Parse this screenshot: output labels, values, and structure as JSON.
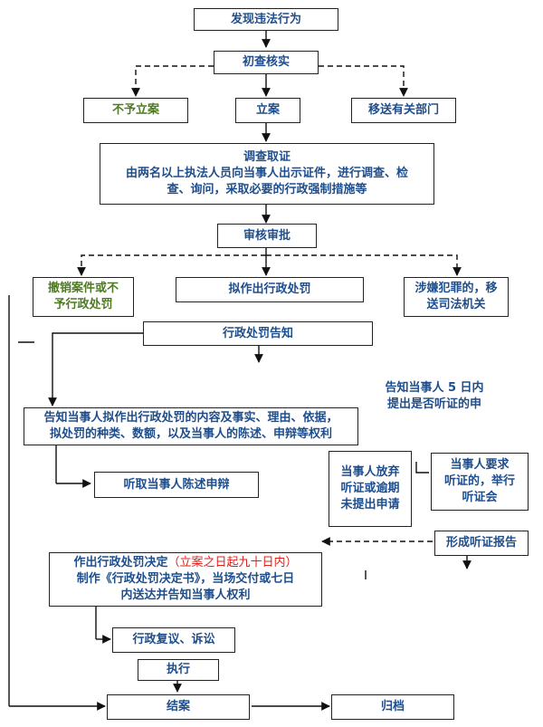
{
  "nodes": {
    "discover": "发现违法行为",
    "preliminary_check": "初查核实",
    "no_case": "不予立案",
    "file_case": "立案",
    "transfer_dept": "移送有关部门",
    "investigate": {
      "title": "调查取证",
      "line1": "由两名以上执法人员向当事人出示证件，进行调查、检",
      "line2": "查、询问，采取必要的行政强制措施等"
    },
    "review": "审核审批",
    "revoke": {
      "line1": "撤销案件或不",
      "line2": "予行政处罚"
    },
    "propose_penalty": "拟作出行政处罚",
    "transfer_judicial": {
      "line1": "涉嫌犯罪的，移",
      "line2": "送司法机关"
    },
    "penalty_notice": "行政处罚告知",
    "notify_hearing": {
      "line1": "告知当事人 5 日内",
      "line2": "提出是否听证的申"
    },
    "notify_content": {
      "line1": "告知当事人拟作出行政处罚的内容及事实、理由、依据，",
      "line2": "拟处罚的种类、数额，以及当事人的陈述、申辩等权利"
    },
    "hear_statement": "听取当事人陈述申辩",
    "waive_hearing": {
      "line1": "当事人放弃",
      "line2": "听证或逾期",
      "line3": "未提出申请"
    },
    "request_hearing": {
      "line1": "当事人要求",
      "line2": "听证的，举行",
      "line3": "听证会"
    },
    "hearing_report": "形成听证报告",
    "decision": {
      "title": "作出行政处罚决定",
      "deadline": "（立案之日起九十日内）",
      "line2": "制作《行政处罚决定书》，当场交付或七日",
      "line3": "内送达并告知当事人权利"
    },
    "reconsideration": "行政复议、诉讼",
    "execute": "执行",
    "close_case": "结案",
    "archive": "归档"
  },
  "colors": {
    "text_blue": "#1f4e8c",
    "text_green": "#4e7a22",
    "text_red": "#e0201b",
    "border": "#222222"
  }
}
